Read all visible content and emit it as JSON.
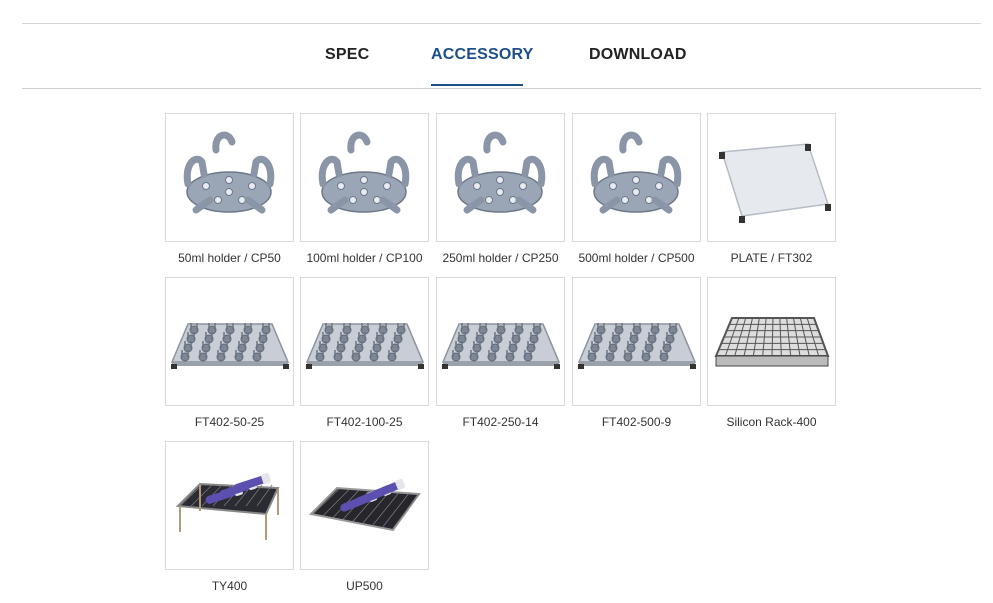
{
  "tabs": [
    {
      "label": "SPEC",
      "active": false
    },
    {
      "label": "ACCESSORY",
      "active": true
    },
    {
      "label": "DOWNLOAD",
      "active": false
    }
  ],
  "colors": {
    "accent": "#1c4f8a",
    "border": "#d9d9d9",
    "metal": "#8d98a8"
  },
  "products": [
    {
      "name": "50ml holder / CP50",
      "image": "holder-clip"
    },
    {
      "name": "100ml holder / CP100",
      "image": "holder-clip"
    },
    {
      "name": "250ml holder / CP250",
      "image": "holder-clip"
    },
    {
      "name": "500ml holder / CP500",
      "image": "holder-clip"
    },
    {
      "name": "PLATE / FT302",
      "image": "flat-plate"
    },
    {
      "name": "FT402-50-25",
      "image": "clip-platform"
    },
    {
      "name": "FT402-100-25",
      "image": "clip-platform"
    },
    {
      "name": "FT402-250-14",
      "image": "clip-platform"
    },
    {
      "name": "FT402-500-9",
      "image": "clip-platform"
    },
    {
      "name": "Silicon Rack-400",
      "image": "wire-rack"
    },
    {
      "name": "TY400",
      "image": "tube-rack-legs"
    },
    {
      "name": "UP500",
      "image": "tube-rack-flat"
    }
  ]
}
